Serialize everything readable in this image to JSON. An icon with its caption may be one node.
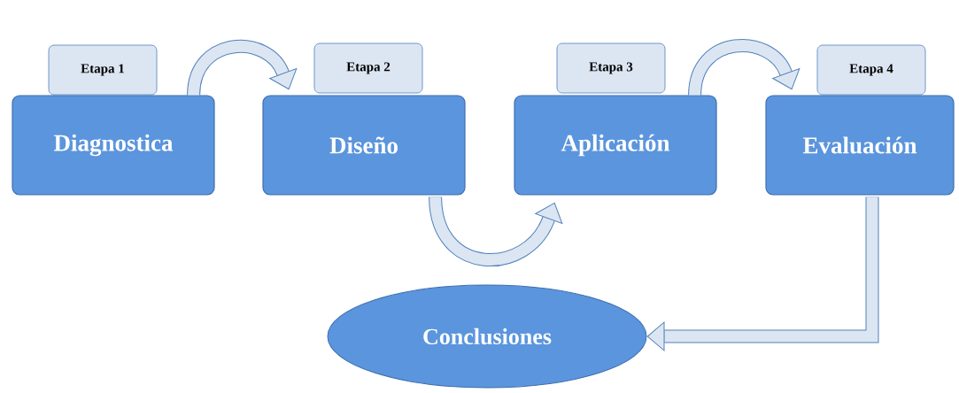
{
  "diagram": {
    "nodes": [
      {
        "text": [
          "Etapa 1"
        ]
      },
      {
        "text": [
          "Diagnostica"
        ]
      },
      {
        "text": [
          "Etapa 2"
        ]
      },
      {
        "text": [
          "Diseño"
        ]
      },
      {
        "text": [
          "Etapa 3"
        ]
      },
      {
        "text": [
          "Aplicación"
        ]
      },
      {
        "text": [
          "Etapa 4"
        ]
      },
      {
        "text": [
          "Evaluación"
        ]
      },
      {
        "text": [
          "Conclusiones"
        ]
      }
    ],
    "edges": [
      {
        "from": 1,
        "to": 3,
        "arrow": "to"
      },
      {
        "from": 3,
        "to": 5,
        "arrow": "to"
      },
      {
        "from": 5,
        "to": 7,
        "arrow": "to"
      },
      {
        "from": 7,
        "to": 8,
        "arrow": "to"
      }
    ]
  }
}
